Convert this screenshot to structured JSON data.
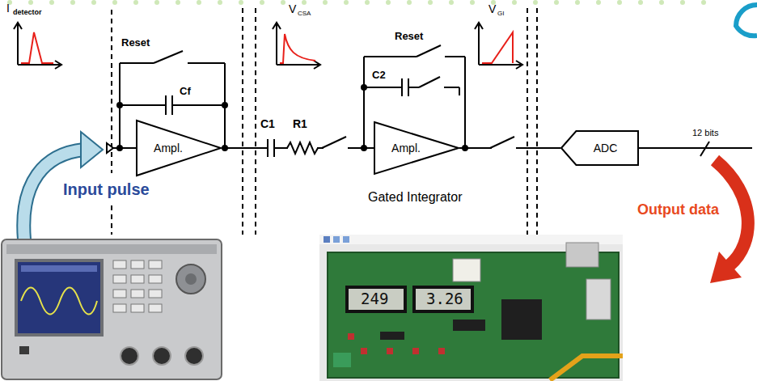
{
  "diagram": {
    "nodes": [
      {
        "text": [
          "Ampl."
        ]
      },
      {
        "text": [
          "Ampl."
        ]
      },
      {
        "text": [
          "ADC"
        ]
      }
    ],
    "edges": [
      {
        "from": 0,
        "to": 1,
        "arrow": "none"
      },
      {
        "from": 1,
        "to": 2,
        "arrow": "none"
      }
    ],
    "labels": [
      "I",
      "detector",
      "Reset",
      "Cf",
      "V",
      "CSA",
      "Reset",
      "C2",
      "V",
      "GI",
      "C1",
      "R1",
      "12 bits",
      "Input pulse",
      "Gated Integrator",
      "Output data",
      "249",
      "3.26"
    ]
  }
}
